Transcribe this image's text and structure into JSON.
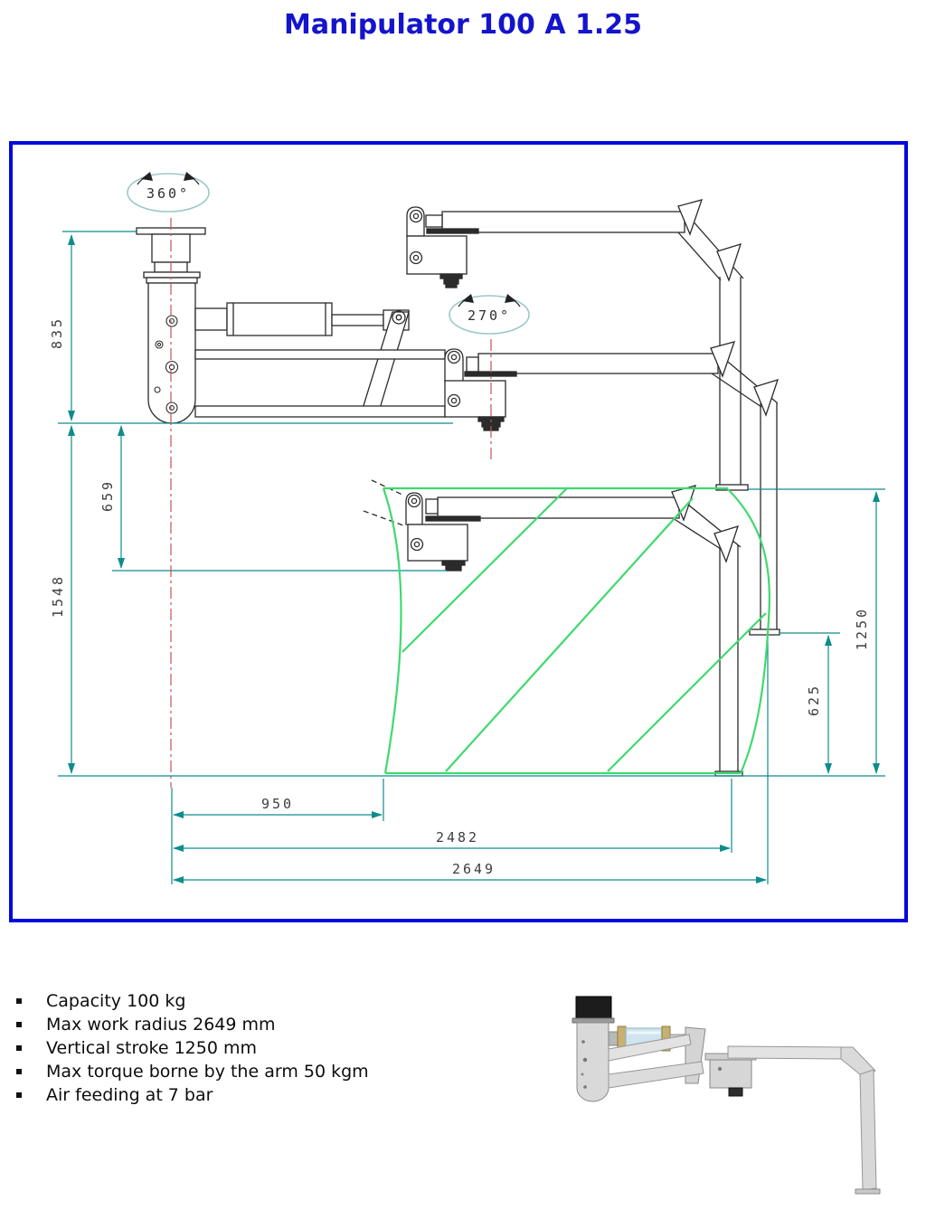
{
  "title": "Manipulator 100 A 1.25",
  "drawing": {
    "rotations": {
      "base": "360°",
      "elbow": "270°"
    },
    "dims": {
      "v835": "835",
      "v659": "659",
      "v1548": "1548",
      "v1250": "1250",
      "v625": "625",
      "h950": "950",
      "h2482": "2482",
      "h2649": "2649"
    },
    "colors": {
      "frame_border": "#0008dd",
      "dimension_lines": "#0e8c8c",
      "work_envelope": "#3fd96f",
      "centerline": "#c25555",
      "linework": "#2b2b2b"
    }
  },
  "specs": [
    "Capacity 100 kg",
    "Max work radius 2649 mm",
    "Vertical stroke 1250 mm",
    "Max torque borne by the arm 50 kgm",
    "Air feeding at 7 bar"
  ],
  "title_color": "#1414cc"
}
